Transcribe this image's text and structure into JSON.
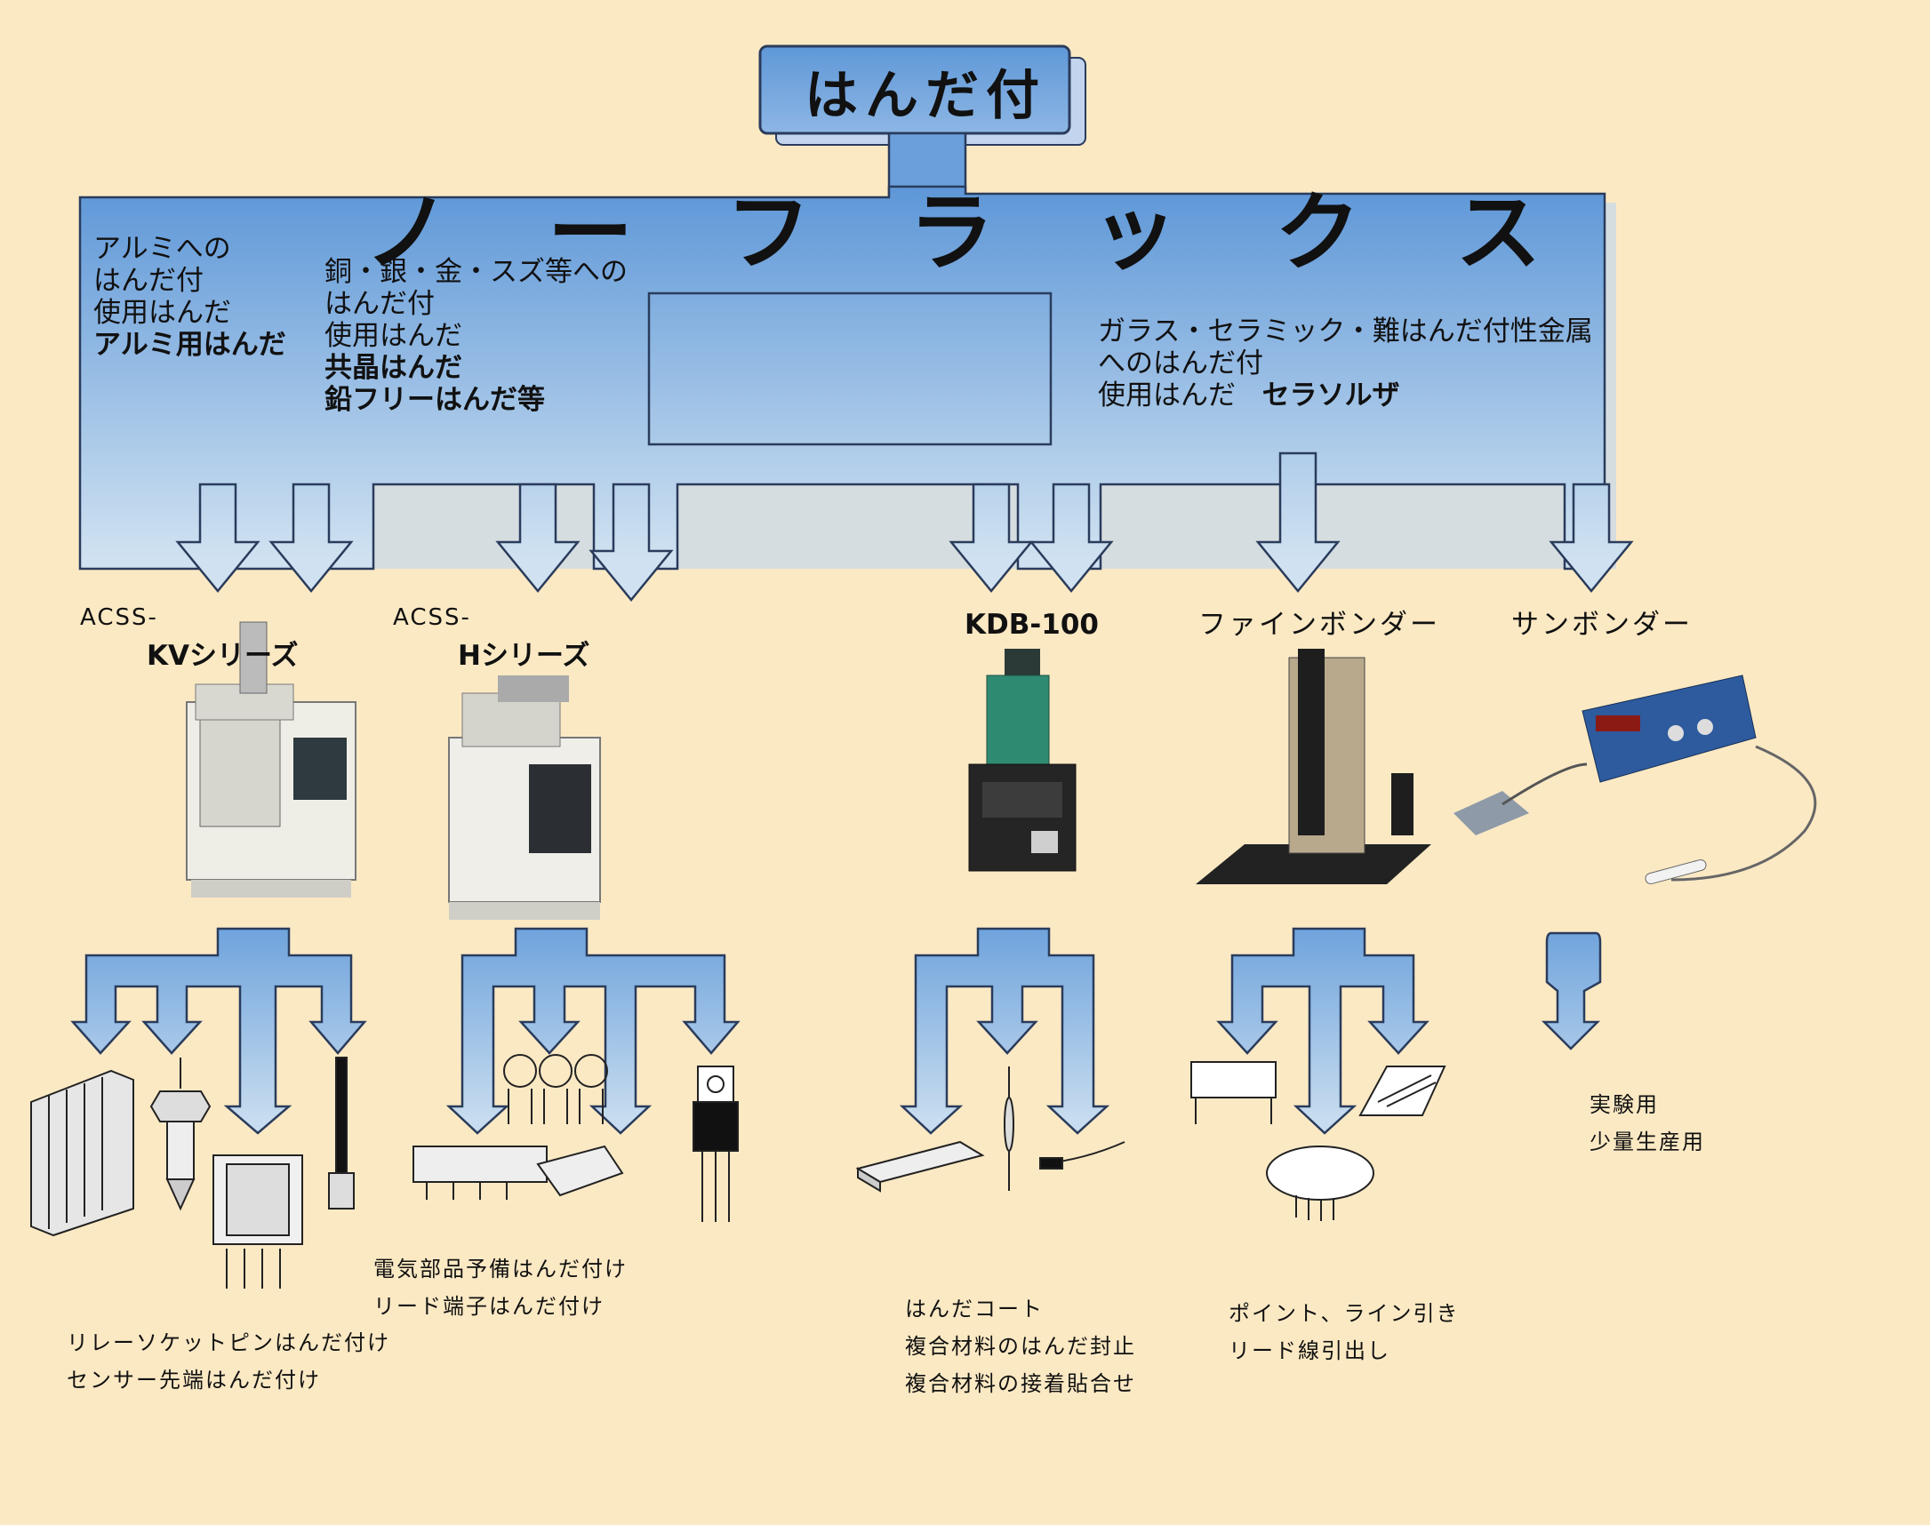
{
  "title": "はんだ付",
  "banner": "ノーフラックス",
  "categories": {
    "aluminum": {
      "lines": [
        "アルミへの",
        "はんだ付",
        "使用はんだ"
      ],
      "solder": "アルミ用はんだ"
    },
    "copper": {
      "lines": [
        "銅・銀・金・スズ等への",
        "はんだ付",
        "使用はんだ"
      ],
      "solder": [
        "共晶はんだ",
        "鉛フリーはんだ等"
      ]
    },
    "glass": {
      "lines": [
        "ガラス・セラミック・難はんだ付性金属",
        "へのはんだ付"
      ],
      "use_label": "使用はんだ",
      "solder": "セラソルザ"
    }
  },
  "machines": {
    "kv": {
      "prefix": "ACSS-",
      "name": "KVシリーズ"
    },
    "h": {
      "prefix": "ACSS-",
      "name": "Hシリーズ"
    },
    "kdb": {
      "name": "KDB-100"
    },
    "fine": {
      "name": "ファインボンダー"
    },
    "sun": {
      "name": "サンボンダー"
    }
  },
  "applications": {
    "kv": [
      "リレーソケットピンはんだ付け",
      "センサー先端はんだ付け"
    ],
    "h": [
      "電気部品予備はんだ付け",
      "リード端子はんだ付け"
    ],
    "kdb": [
      "はんだコート",
      "複合材料のはんだ封止",
      "複合材料の接着貼合せ"
    ],
    "fine": [
      "ポイント、ライン引き",
      "リード線引出し"
    ],
    "sun": [
      "実験用",
      "少量生産用"
    ]
  },
  "colors": {
    "background": "#fbe9c4",
    "flow_top": "#5f98d8",
    "flow_bottom": "#d0e2f1",
    "outline": "#2a3c5c",
    "shadow": "#a9c2e2"
  }
}
